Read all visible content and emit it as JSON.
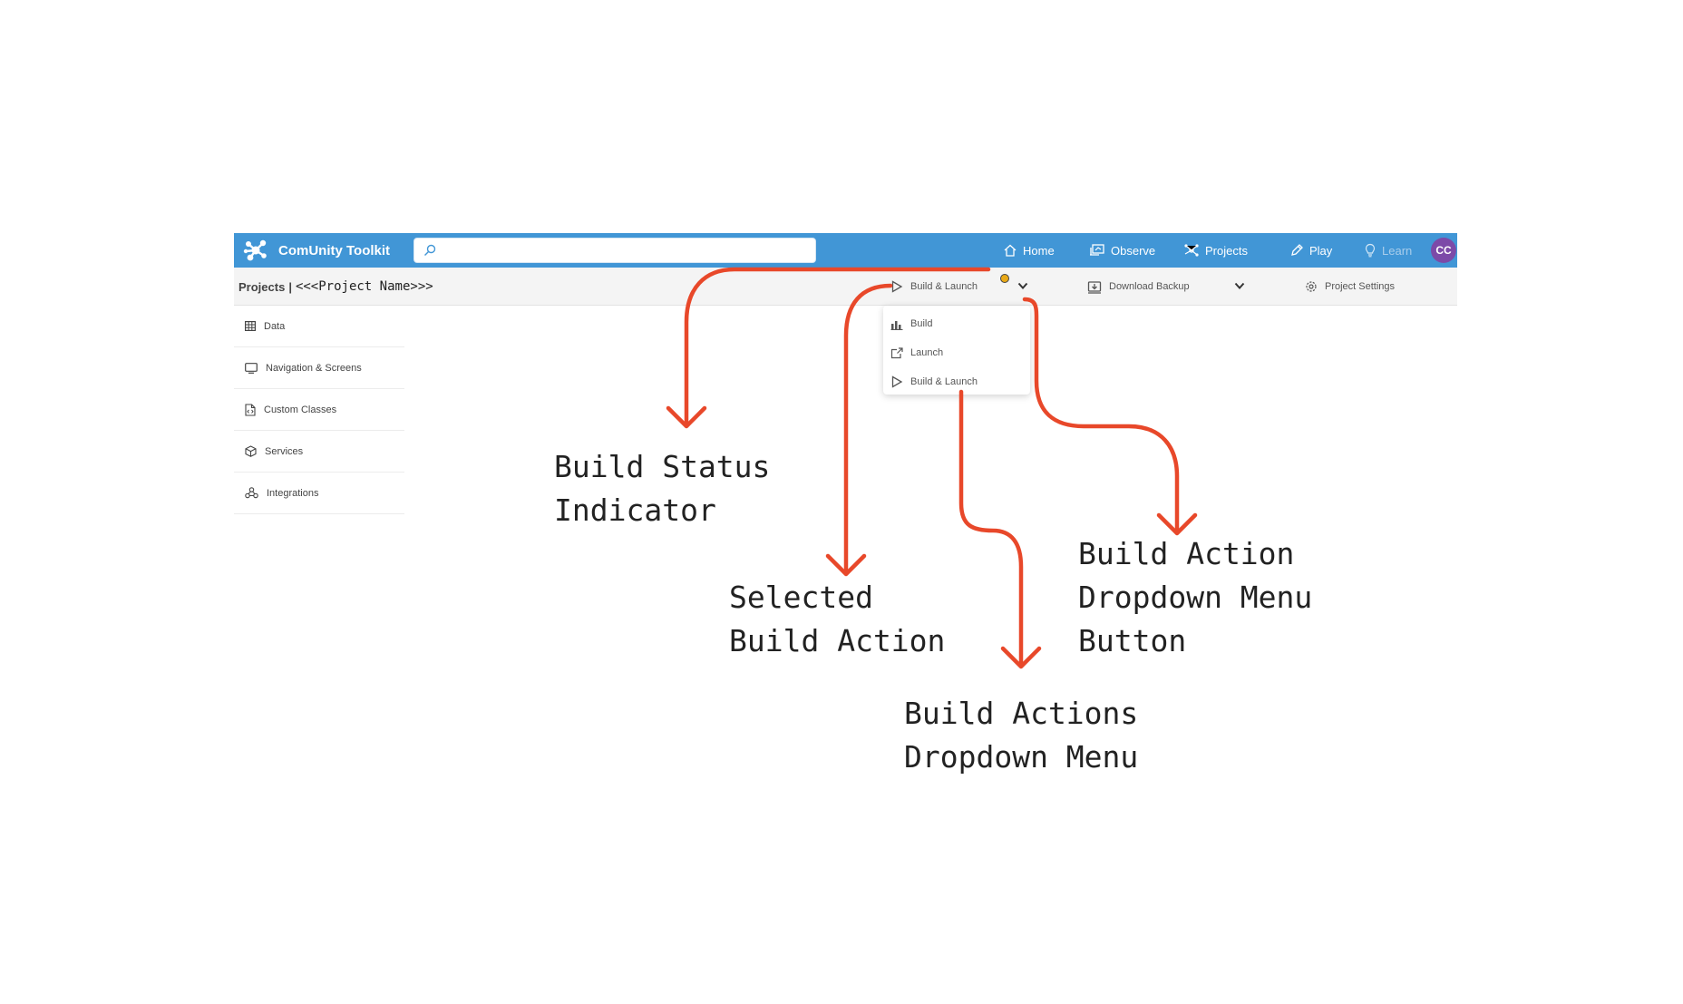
{
  "app": {
    "name": "ComUnity Toolkit",
    "search": {
      "value": "",
      "placeholder": ""
    },
    "nav": [
      {
        "label": "Home",
        "icon": "home-icon"
      },
      {
        "label": "Observe",
        "icon": "observe-icon"
      },
      {
        "label": "Projects",
        "icon": "projects-icon"
      },
      {
        "label": "Play",
        "icon": "play-pen-icon"
      },
      {
        "label": "Learn",
        "icon": "lightbulb-icon"
      }
    ],
    "avatar_initials": "CC"
  },
  "subbar": {
    "breadcrumb_root": "Projects",
    "breadcrumb_sep": "|",
    "project_name": "<<<Project Name>>>",
    "build_action_label": "Build & Launch",
    "build_status_color": "#e9a917",
    "download_backup_label": "Download Backup",
    "project_settings_label": "Project Settings"
  },
  "build_menu": {
    "items": [
      {
        "label": "Build",
        "icon": "build-chart-icon"
      },
      {
        "label": "Launch",
        "icon": "launch-icon"
      },
      {
        "label": "Build & Launch",
        "icon": "play-icon"
      }
    ]
  },
  "sidebar": {
    "items": [
      {
        "label": "Data",
        "icon": "table-icon"
      },
      {
        "label": "Navigation & Screens",
        "icon": "screen-icon"
      },
      {
        "label": "Custom Classes",
        "icon": "code-file-icon"
      },
      {
        "label": "Services",
        "icon": "cube-icon"
      },
      {
        "label": "Integrations",
        "icon": "integrations-icon"
      }
    ]
  },
  "annotations": {
    "build_status_indicator": [
      "Build Status",
      "Indicator"
    ],
    "selected_build_action": [
      "Selected",
      "Build Action"
    ],
    "build_actions_dropdown_menu": [
      "Build Actions",
      "Dropdown Menu"
    ],
    "build_action_dropdown_menu_button": [
      "Build Action",
      "Dropdown Menu",
      "Button"
    ]
  },
  "colors": {
    "topbar": "#4196d6",
    "annotation_arrow": "#e8482a",
    "avatar": "#7c4aa8"
  }
}
